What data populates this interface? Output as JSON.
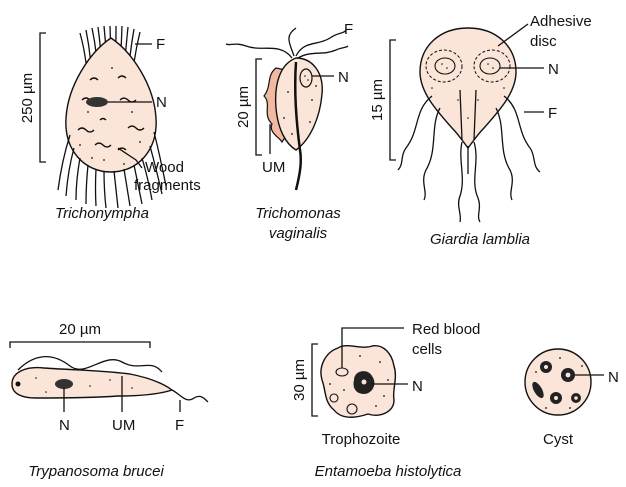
{
  "colors": {
    "cell_fill": "#fbe4d8",
    "membrane_fill": "#f2b9a0",
    "ink": "#111111",
    "background": "#ffffff"
  },
  "trichonympha": {
    "scale": "250 µm",
    "labels": {
      "flagella": "F",
      "nucleus": "N",
      "wood": "Wood fragments"
    },
    "name": "Trichonympha"
  },
  "trichomonas": {
    "scale": "20 µm",
    "labels": {
      "flagella": "F",
      "nucleus": "N",
      "membrane": "UM"
    },
    "name_line1": "Trichomonas",
    "name_line2": "vaginalis"
  },
  "giardia": {
    "scale": "15 µm",
    "labels": {
      "disc_line1": "Adhesive",
      "disc_line2": "disc",
      "nucleus": "N",
      "flagella": "F"
    },
    "name": "Giardia lamblia"
  },
  "trypanosoma": {
    "scale": "20 µm",
    "labels": {
      "nucleus": "N",
      "membrane": "UM",
      "flagellum": "F"
    },
    "name": "Trypanosoma brucei"
  },
  "entamoeba": {
    "scale": "30 µm",
    "labels": {
      "rbc_line1": "Red blood",
      "rbc_line2": "cells",
      "nucleus_troph": "N",
      "nucleus_cyst": "N"
    },
    "troph_caption": "Trophozoite",
    "cyst_caption": "Cyst",
    "name": "Entamoeba histolytica"
  }
}
